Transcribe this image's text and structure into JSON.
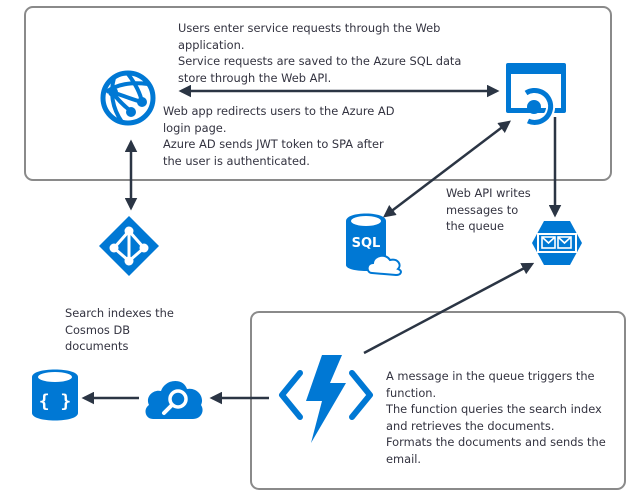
{
  "colors": {
    "azure_blue": "#0078d4",
    "arrow": "#2b3544",
    "box_border": "#8a8a8a",
    "text": "#333340"
  },
  "groups": {
    "web_tier": {
      "name": "web-tier-group"
    },
    "function_tier": {
      "name": "function-tier-group"
    }
  },
  "nodes": {
    "web_app": {
      "icon": "azure-web-app-icon"
    },
    "web_api": {
      "icon": "azure-api-app-icon"
    },
    "azure_ad": {
      "icon": "azure-active-directory-icon"
    },
    "sql": {
      "icon": "azure-sql-database-icon",
      "label": "SQL"
    },
    "queue": {
      "icon": "azure-storage-queue-icon"
    },
    "function": {
      "icon": "azure-function-icon"
    },
    "search": {
      "icon": "azure-search-icon"
    },
    "cosmos": {
      "icon": "azure-cosmos-db-icon",
      "label": "{ }"
    }
  },
  "annotations": {
    "web_requests": "Users enter service requests through the Web\napplication.\nService requests are saved to the Azure SQL data\nstore through the Web API.",
    "auth": "Web app redirects users to the Azure AD\nlogin page.\nAzure AD sends JWT token to SPA after\nthe user is authenticated.",
    "queue_write": "Web API writes\nmessages to\nthe queue",
    "search_index": "Search indexes the\nCosmos DB\ndocuments",
    "function_desc": "A message in the queue triggers the\nfunction.\nThe function queries the search index\nand retrieves the documents.\nFormats the documents and sends the\nemail."
  },
  "edges": [
    {
      "from": "web_app",
      "to": "web_api",
      "direction": "both"
    },
    {
      "from": "web_app",
      "to": "azure_ad",
      "direction": "both"
    },
    {
      "from": "web_api",
      "to": "sql",
      "direction": "both"
    },
    {
      "from": "web_api",
      "to": "queue",
      "direction": "forward"
    },
    {
      "from": "function",
      "to": "queue",
      "direction": "forward"
    },
    {
      "from": "function",
      "to": "search",
      "direction": "forward"
    },
    {
      "from": "search",
      "to": "cosmos",
      "direction": "forward"
    }
  ]
}
